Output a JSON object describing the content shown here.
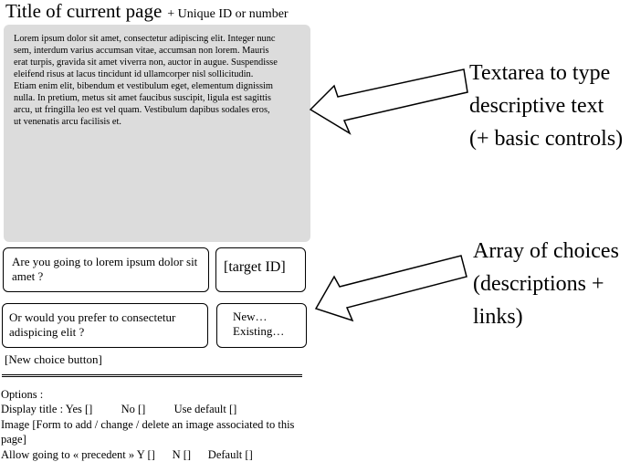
{
  "header": {
    "page_title": "Title of current page",
    "title_suffix": "+ Unique ID or number"
  },
  "textarea": {
    "text": "Lorem ipsum dolor sit amet, consectetur adipiscing elit. Integer nunc\nsem, interdum varius accumsan vitae, accumsan non lorem. Mauris\nerat turpis, gravida sit amet viverra non, auctor in augue. Suspendisse\neleifend risus at lacus tincidunt id ullamcorper nisl sollicitudin.\nEtiam enim elit, bibendum et vestibulum eget, elementum dignissim\nnulla. In pretium, metus sit amet faucibus suscipit, ligula est sagittis\narcu, ut fringilla leo est vel quam. Vestibulum dapibus sodales eros,\nut venenatis arcu facilisis et."
  },
  "choices": [
    {
      "description": "Are you going to lorem ipsum dolor sit amet ?",
      "target": "[target ID]"
    },
    {
      "description": "Or would you prefer to consectetur adispicing elit ?",
      "target_options": [
        "New…",
        "Existing…"
      ]
    }
  ],
  "new_choice_button": "[New choice button]",
  "options": {
    "heading": "Options :",
    "display_title": "Display title : Yes []          No []          Use default []",
    "image": "Image [Form to add / change / delete an image associated to this page]",
    "allow_precedent": "Allow going to « precedent » Y []      N []      Default []"
  },
  "annotations": {
    "textarea_note": [
      "Textarea to type",
      "descriptive text",
      "(+ basic controls)"
    ],
    "choices_note": [
      "Array of choices",
      "(descriptions +",
      "links)"
    ]
  }
}
